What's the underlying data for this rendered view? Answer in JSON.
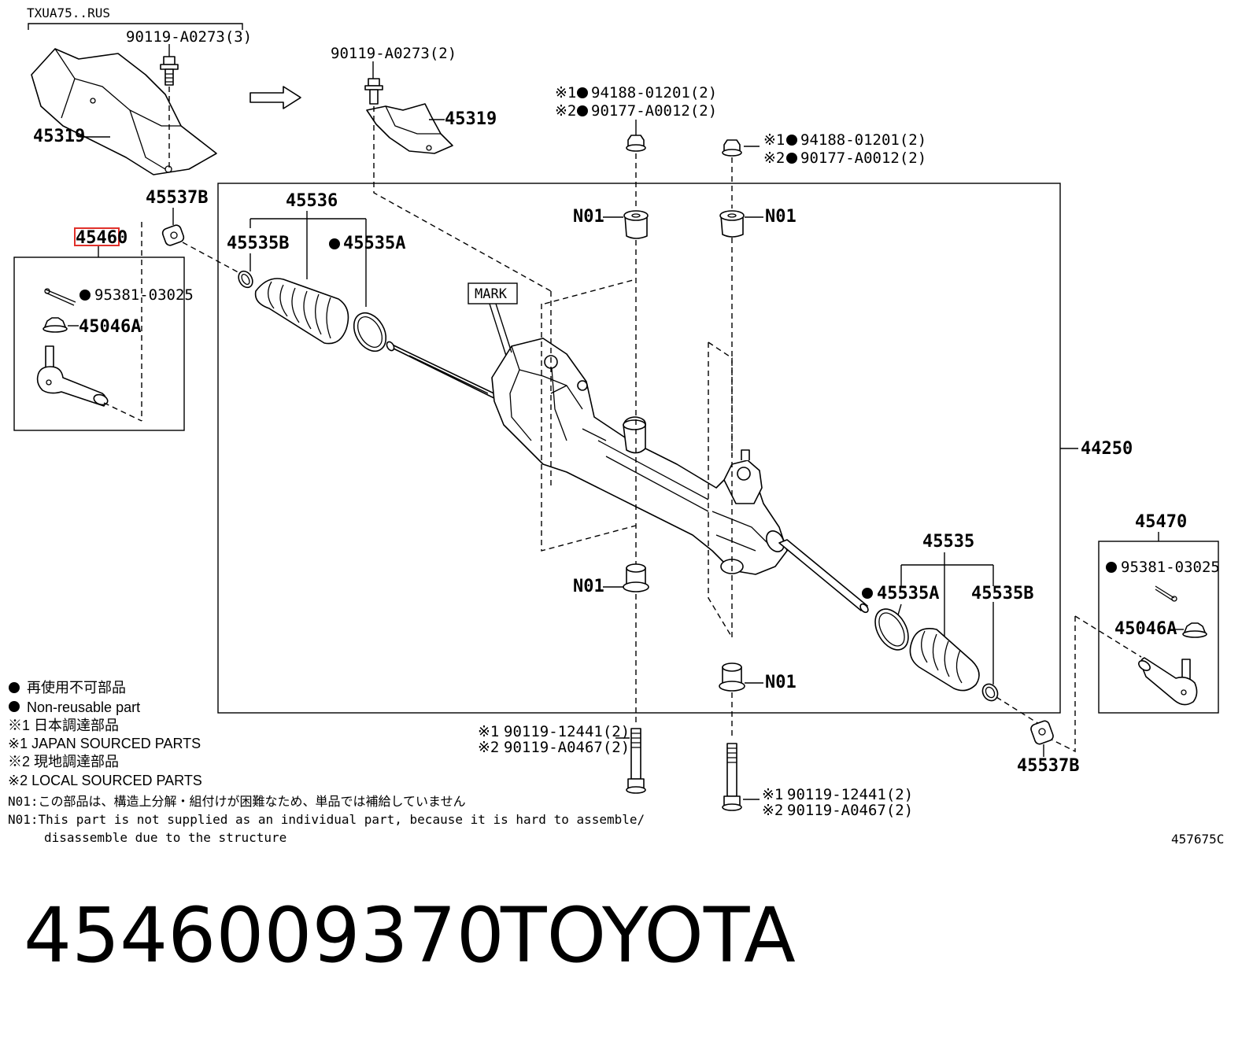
{
  "header": {
    "model_code": "TXUA75..RUS",
    "footer_part_number": "4546009370",
    "footer_brand": "TOYOTA",
    "illustration_id": "457675C"
  },
  "labels": {
    "bolt_top_left": "90119-A0273(3)",
    "bolt_top_mid": "90119-A0273(2)",
    "cover_left": "45319",
    "cover_right": "45319",
    "bushing_top_left": "45537B",
    "boot_left": "45536",
    "clamp_left": "45535B",
    "band_left": "45535A",
    "tie_rod_end_left": "45460",
    "cotter_pin_left": "95381-03025",
    "nut_left": "45046A",
    "mark": "MARK",
    "nut_a1": "94188-01201(2)",
    "nut_a2": "90177-A0012(2)",
    "nut_b1": "94188-01201(2)",
    "nut_b2": "90177-A0012(2)",
    "n01": "N01",
    "gear_assembly": "44250",
    "tie_rod_end_right": "45470",
    "cotter_pin_right": "95381-03025",
    "nut_right": "45046A",
    "boot_right": "45535",
    "band_right": "45535A",
    "clamp_right": "45535B",
    "bushing_bottom_right": "45537B",
    "bolt_bottom_a1": "90119-12441(2)",
    "bolt_bottom_a2": "90119-A0467(2)",
    "bolt_bottom_b1": "90119-12441(2)",
    "bolt_bottom_b2": "90119-A0467(2)",
    "mark1": "※1",
    "mark2": "※2"
  },
  "legend": {
    "bullet": "●",
    "non_reusable_jp": "再使用不可部品",
    "non_reusable_en": "Non-reusable part",
    "japan_jp": "※1 日本調達部品",
    "japan_en": "※1 JAPAN SOURCED PARTS",
    "local_jp": "※2 現地調達部品",
    "local_en": "※2 LOCAL SOURCED PARTS",
    "n01_jp": "N01:この部品は、構造上分解・組付けが困難なため、単品では補給していません",
    "n01_en_1": "N01:This part is not supplied as an individual part, because it is hard to assemble/",
    "n01_en_2": "disassemble due to the structure"
  },
  "colors": {
    "line": "#000000",
    "highlight": "#e0302a",
    "background": "#ffffff"
  }
}
